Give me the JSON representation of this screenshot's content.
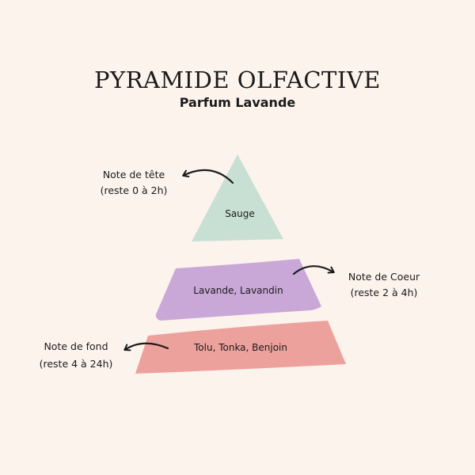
{
  "title": "PYRAMIDE OLFACTIVE",
  "subtitle": "Parfum Lavande",
  "tiers": {
    "top": {
      "ingredients": "Sauge",
      "color": "#c8e0d3",
      "note": "Note de tête",
      "duration": "(reste 0 à 2h)"
    },
    "middle": {
      "ingredients": "Lavande, Lavandin",
      "color": "#c9a8d8",
      "note": "Note de Coeur",
      "duration": "(reste 2 à 4h)"
    },
    "base": {
      "ingredients": "Tolu, Tonka, Benjoin",
      "color": "#eda19d",
      "note": "Note de fond",
      "duration": "(reste 4 à 24h)"
    }
  }
}
